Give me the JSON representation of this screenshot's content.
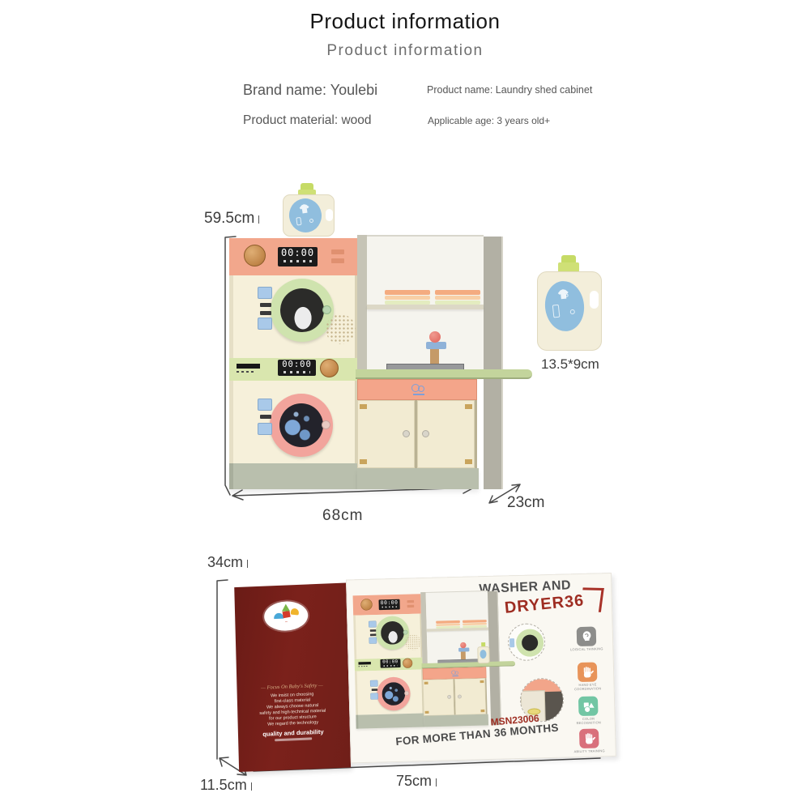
{
  "title": {
    "main": "Product information",
    "sub": "Product information"
  },
  "specs": {
    "brand": "Brand name: Youlebi",
    "product_name": "Product name: Laundry shed cabinet",
    "material": "Product material: wood",
    "age": "Applicable age: 3 years old+"
  },
  "dimensions": {
    "product_height": "59.5cm",
    "product_width": "68cm",
    "product_depth": "23cm",
    "bottle_size": "13.5*9cm",
    "box_height": "34cm",
    "box_width": "75cm",
    "box_depth": "11.5cm"
  },
  "appliance": {
    "washer_display": "00:00",
    "dryer_display": "00:00"
  },
  "box": {
    "title_line1": "WASHER AND",
    "title_line2": "DRYER36",
    "model": "MSN23006",
    "age_note": "FOR MORE THAN 36 MONTHS",
    "side_heading": "— Focus On Baby's Safety —",
    "side_lines": [
      "We insist on choosing",
      "first-class material",
      "We always choose natural",
      "safety and high-technical material",
      "for our product structure",
      "We regard the technology"
    ],
    "side_tagline": "quality and durability",
    "badges": [
      {
        "label": "LOGICAL THINKING",
        "color": "#8d8d8b",
        "icon": "head-icon"
      },
      {
        "label": "HAND EYE COORDINATION",
        "color": "#e8945a",
        "icon": "hand-icon"
      },
      {
        "label": "COLOR RECOGNITION",
        "color": "#72c6a4",
        "icon": "shapes-icon"
      },
      {
        "label": "ABILITY TRAINING",
        "color": "#d9707c",
        "icon": "hand-icon"
      }
    ]
  },
  "colors": {
    "peach_band": "#f2a78c",
    "pink_door": "#f2a49c",
    "green_door": "#cfe3ae",
    "green_band": "#d9e6ae",
    "cream_body": "#f6f0da",
    "base_gray": "#b9bfad",
    "bottle_cap": "#c6db66",
    "bottle_label": "#90bede",
    "box_red": "#7b211b",
    "accent_red": "#9e2d22"
  }
}
